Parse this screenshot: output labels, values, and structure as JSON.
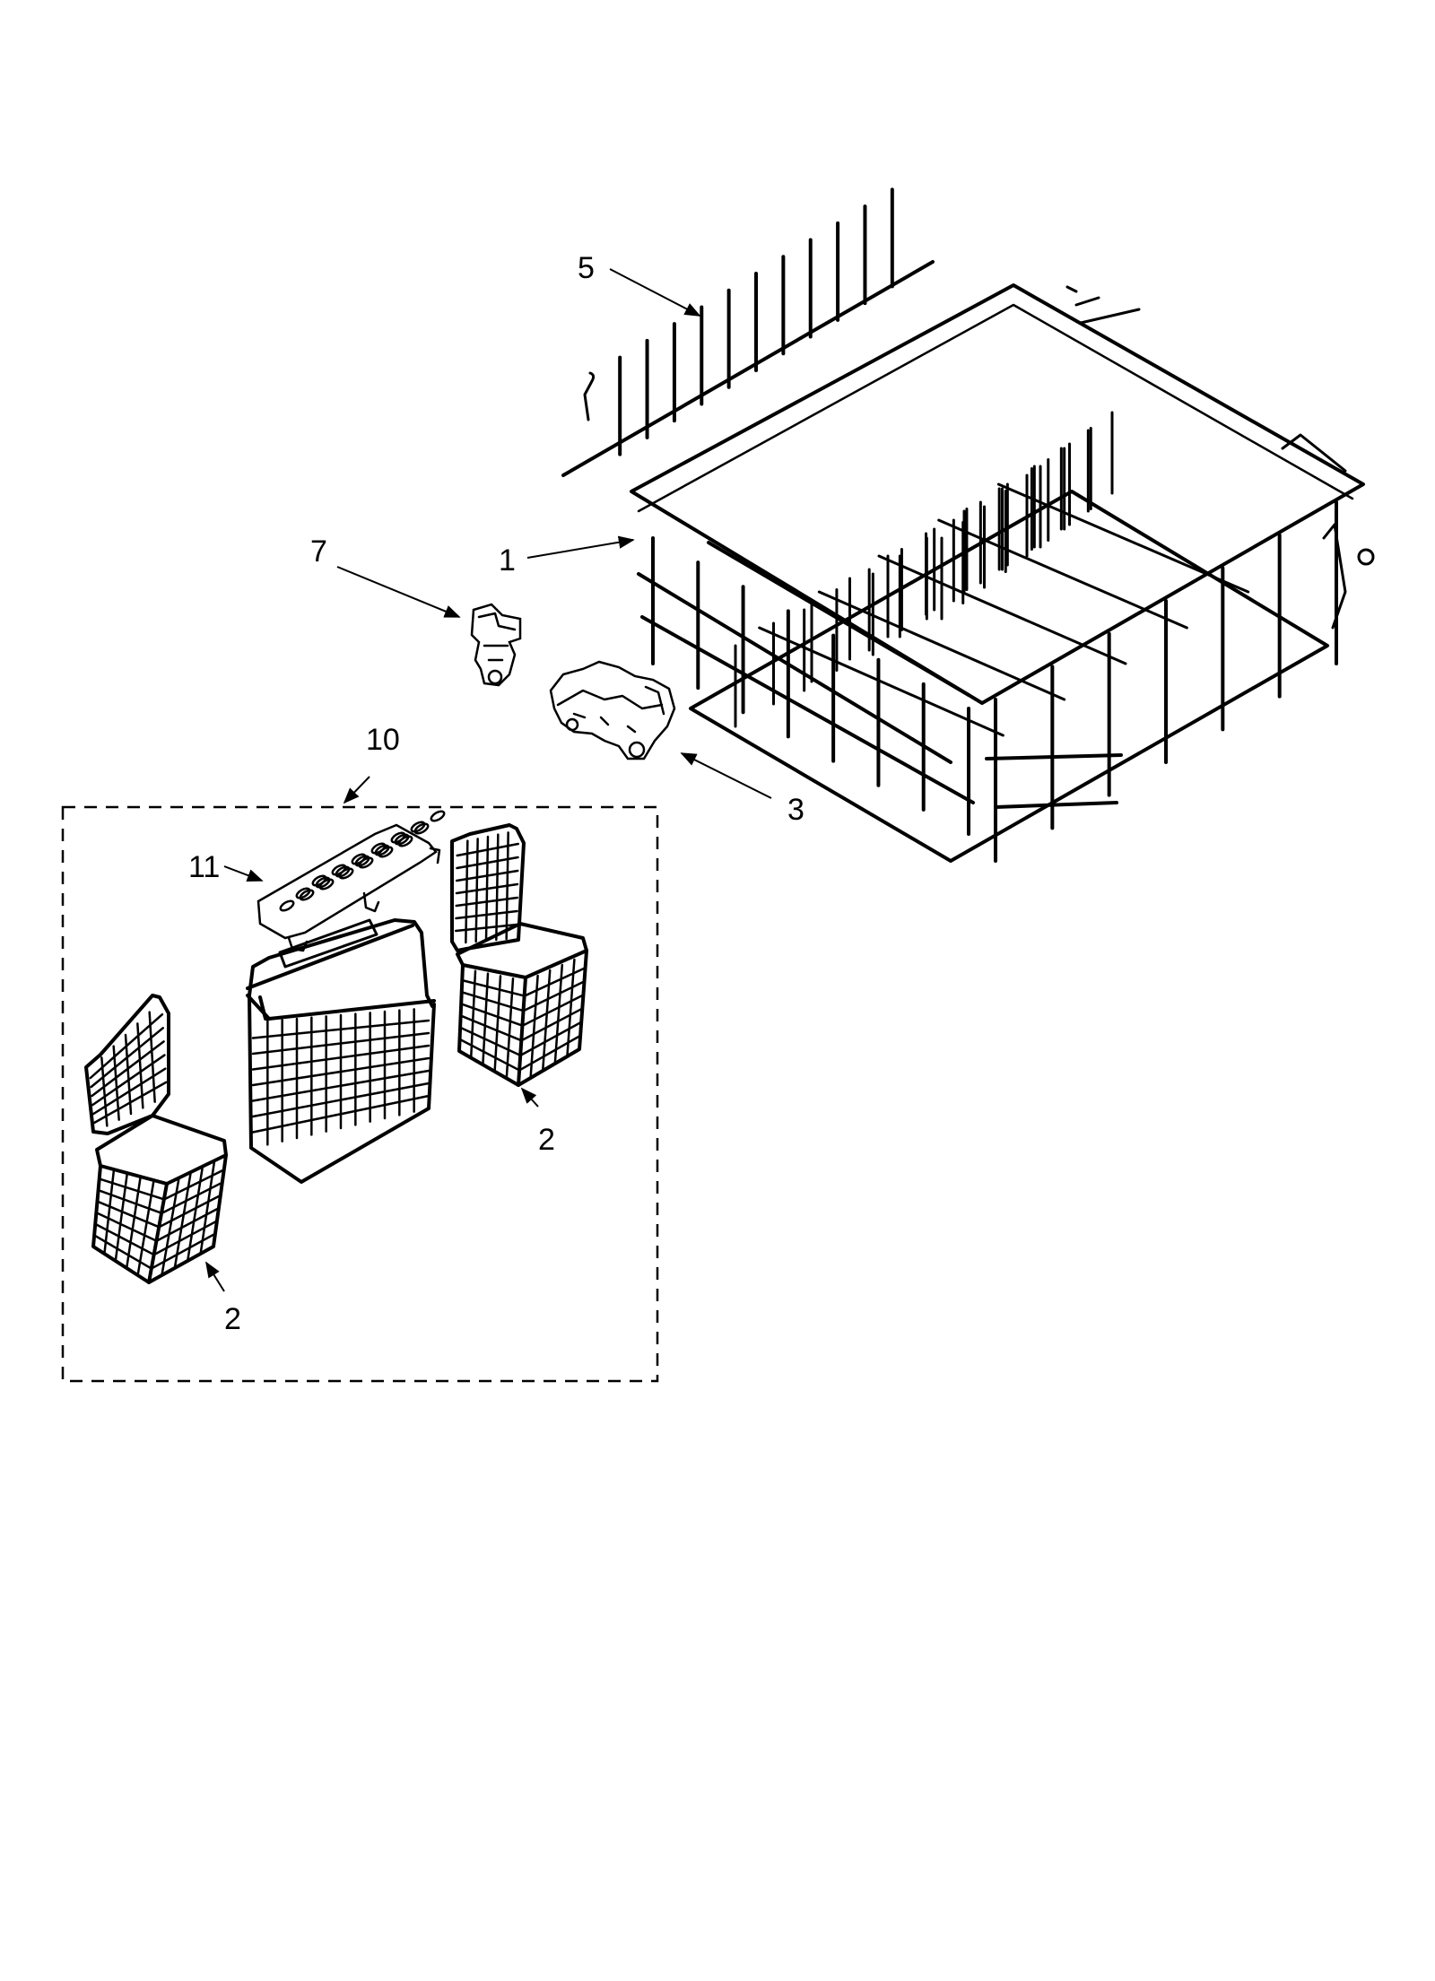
{
  "diagram": {
    "callouts": {
      "c1": "1",
      "c2a": "2",
      "c2b": "2",
      "c3": "3",
      "c5": "5",
      "c7": "7",
      "c10": "10",
      "c11": "11"
    }
  }
}
